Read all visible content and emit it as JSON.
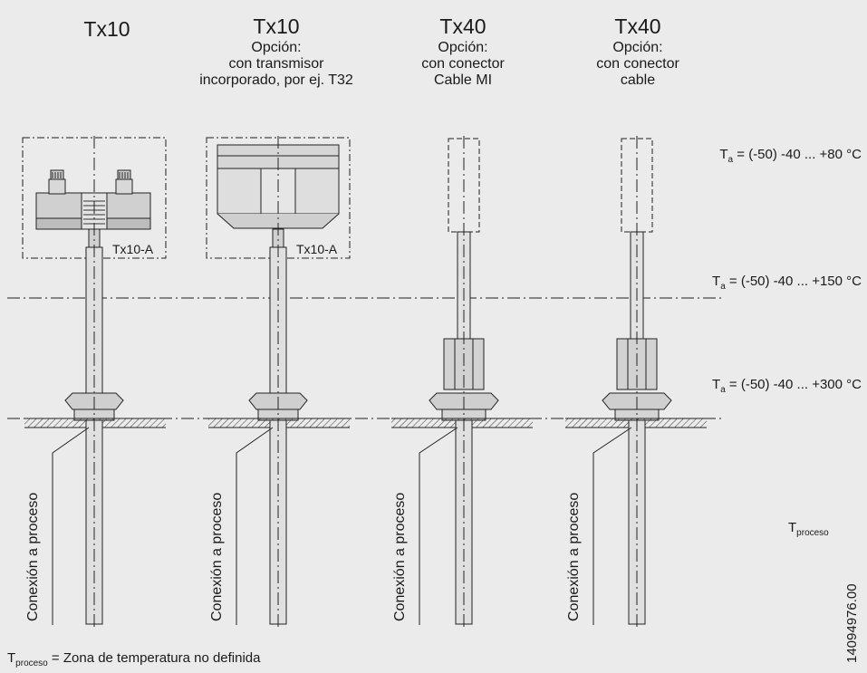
{
  "columns": [
    {
      "model": "Tx10",
      "option_lines": []
    },
    {
      "model": "Tx10",
      "option_lines": [
        "Opción:",
        "con transmisor",
        "incorporado, por ej. T32"
      ]
    },
    {
      "model": "Tx40",
      "option_lines": [
        "Opción:",
        "con conector",
        "Cable MI"
      ]
    },
    {
      "model": "Tx40",
      "option_lines": [
        "Opción:",
        "con conector",
        "cable"
      ]
    }
  ],
  "head_label": "Tx10-A",
  "connection_label": "Conexión a proceso",
  "ambient": {
    "symbol": "T",
    "subscript": "a",
    "ranges": [
      "= (-50) -40 ... +80 °C",
      "= (-50) -40 ... +150 °C",
      "= (-50) -40 ... +300 °C"
    ]
  },
  "process": {
    "symbol": "T",
    "subscript": "proceso"
  },
  "footnote": "= Zona de temperatura no definida",
  "drawing_number": "14094976.00"
}
